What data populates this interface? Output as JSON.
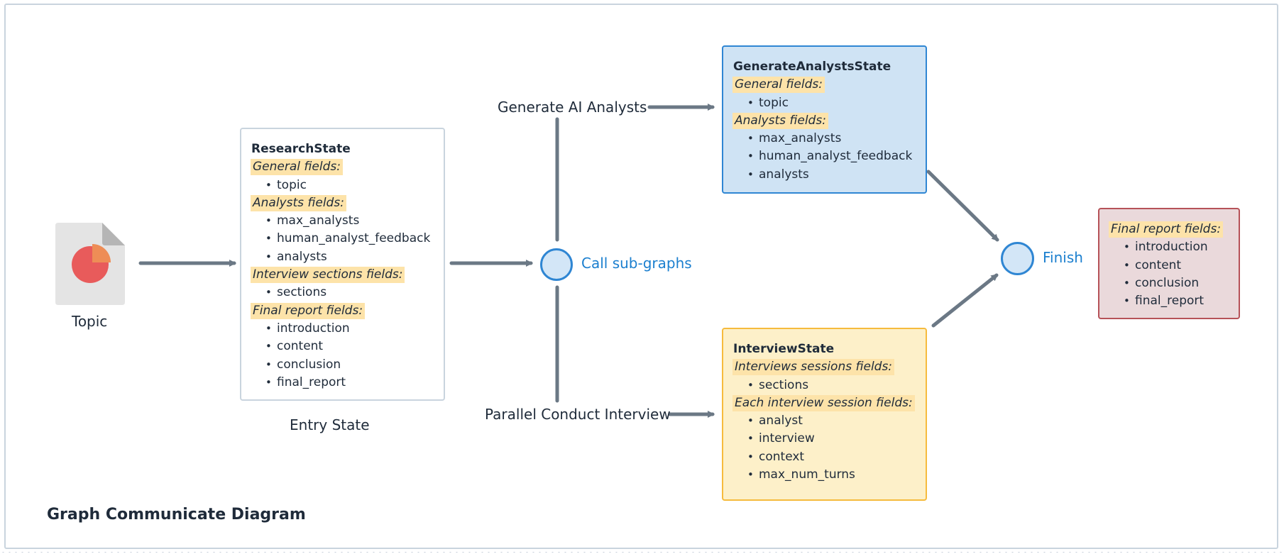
{
  "diagram": {
    "title": "Graph Communicate Diagram",
    "topic_label": "Topic",
    "entry_state_label": "Entry State",
    "generate_label": "Generate AI Analysts",
    "call_subgraphs_label": "Call sub-graphs",
    "interview_label": "Parallel Conduct Interview",
    "finish_label": "Finish"
  },
  "research_state": {
    "title": "ResearchState",
    "sections": [
      {
        "name": "General fields:",
        "items": [
          "topic"
        ]
      },
      {
        "name": "Analysts fields:",
        "items": [
          "max_analysts",
          "human_analyst_feedback",
          "analysts"
        ]
      },
      {
        "name": "Interview sections fields:",
        "items": [
          "sections"
        ]
      },
      {
        "name": "Final report fields:",
        "items": [
          "introduction",
          "content",
          "conclusion",
          "final_report"
        ]
      }
    ]
  },
  "generate_state": {
    "title": "GenerateAnalystsState",
    "sections": [
      {
        "name": "General fields:",
        "items": [
          "topic"
        ]
      },
      {
        "name": "Analysts fields:",
        "items": [
          "max_analysts",
          "human_analyst_feedback",
          "analysts"
        ]
      }
    ]
  },
  "interview_state": {
    "title": "InterviewState",
    "sections": [
      {
        "name": "Interviews sessions fields:",
        "items": [
          "sections"
        ]
      },
      {
        "name": "Each interview session fields:",
        "items": [
          "analyst",
          "interview",
          "context",
          "max_num_turns"
        ]
      }
    ]
  },
  "final_state": {
    "sections": [
      {
        "name": "Final report fields:",
        "items": [
          "introduction",
          "content",
          "conclusion",
          "final_report"
        ]
      }
    ]
  },
  "colors": {
    "arrow": "#6b7885",
    "accent_blue": "#2f86d3",
    "highlight": "#fde3a9",
    "icon_red": "#e85b5b",
    "icon_orange": "#ee8d56"
  }
}
